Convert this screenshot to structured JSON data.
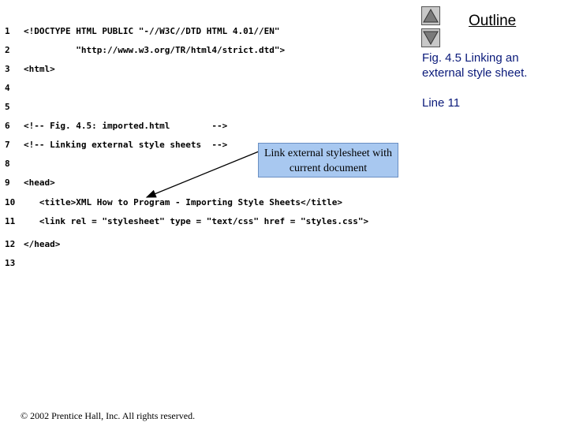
{
  "code_lines": [
    {
      "num": "1",
      "text": "<!DOCTYPE HTML PUBLIC \"-//W3C//DTD HTML 4.01//EN\""
    },
    {
      "num": "2",
      "text": "          \"http://www.w3.org/TR/html4/strict.dtd\">"
    },
    {
      "num": "3",
      "text": "<html>"
    },
    {
      "num": "4",
      "text": ""
    },
    {
      "num": "5",
      "text": ""
    },
    {
      "num": "6",
      "text": "<!-- Fig. 4.5: imported.html        -->"
    },
    {
      "num": "7",
      "text": "<!-- Linking external style sheets  -->"
    },
    {
      "num": "8",
      "text": ""
    },
    {
      "num": "9",
      "text": "<head>"
    },
    {
      "num": "10",
      "text": "   <title>XML How to Program - Importing Style Sheets</title>"
    },
    {
      "num": "11",
      "text": "   <link rel = \"stylesheet\" type = \"text/css\" href = \"styles.css\">"
    },
    {
      "num": "12",
      "text": "</head>"
    },
    {
      "num": "13",
      "text": ""
    }
  ],
  "sidebar": {
    "outline_title": "Outline",
    "caption": "Fig. 4.5   Linking an\nexternal style sheet.",
    "line_ref": "Line 11"
  },
  "callout": {
    "text": "Link external stylesheet with current document"
  },
  "footer": {
    "copyright": "© 2002 Prentice Hall, Inc.  All rights reserved."
  },
  "colors": {
    "callout_bg": "#a8c8f0",
    "caption_text": "#0a1a7a",
    "button_fill": "#c8c8c8"
  }
}
